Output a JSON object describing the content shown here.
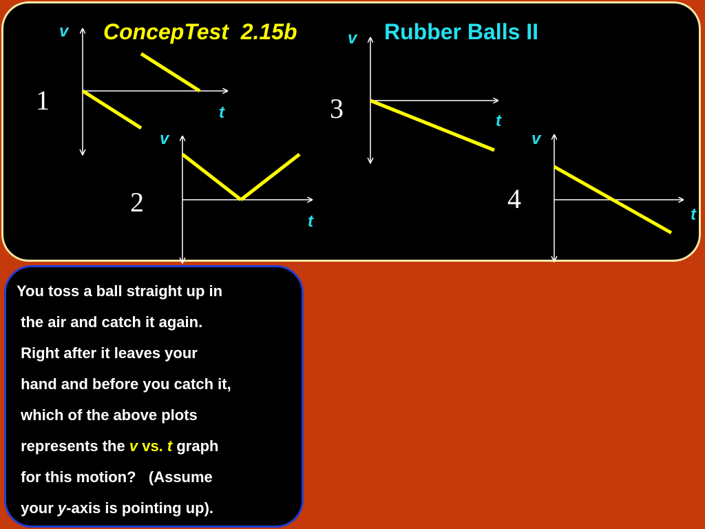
{
  "slide": {
    "title_prefix": "ConcepTest  2.15b",
    "title_suffix": "Rubber Balls II"
  },
  "graphs": [
    {
      "number": "1",
      "v_label": "v",
      "t_label": "t",
      "segments": [
        [
          [
            0,
            0
          ],
          [
            5,
            -3
          ]
        ],
        [
          [
            5,
            3
          ],
          [
            10,
            0
          ]
        ]
      ]
    },
    {
      "number": "2",
      "v_label": "v",
      "t_label": "t",
      "segments": [
        [
          [
            0,
            3
          ],
          [
            5,
            0
          ]
        ],
        [
          [
            5,
            0
          ],
          [
            10,
            3
          ]
        ]
      ]
    },
    {
      "number": "3",
      "v_label": "v",
      "t_label": "t",
      "segments": [
        [
          [
            0,
            0
          ],
          [
            10,
            -3
          ]
        ]
      ]
    },
    {
      "number": "4",
      "v_label": "v",
      "t_label": "t",
      "segments": [
        [
          [
            0,
            3
          ],
          [
            10,
            -3
          ]
        ]
      ]
    }
  ],
  "question": {
    "lines": [
      "You toss a ball straight up in",
      " the air and catch it again.",
      " Right after it leaves your",
      " hand and before you catch it,",
      " which of the above plots"
    ],
    "line6_pre": " represents the ",
    "line6_v": "v",
    "line6_vs": " vs. ",
    "line6_t": "t",
    "line6_post": " graph",
    "line7": " for this motion?   (Assume",
    "line8_pre": " your ",
    "line8_y": "y",
    "line8_post": "-axis is pointing up)."
  },
  "colors": {
    "background": "#c53a0b",
    "panel": "#000000",
    "top_border": "#f3e8a6",
    "bottom_border": "#1f3fd3",
    "title_yellow": "#ffff00",
    "cyan": "#25e0ee",
    "plot_line": "#ffff00",
    "axis": "#ffffff"
  }
}
